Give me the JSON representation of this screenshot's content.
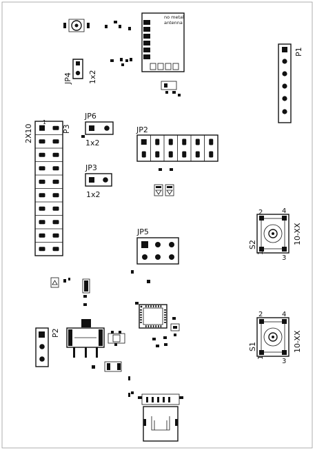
{
  "labels": {
    "antenna_note_1": "no metal",
    "antenna_note_2": "antenna",
    "jp4": "JP4",
    "jp4_size": "1x2",
    "p1": "P1",
    "jp6": "JP6",
    "jp6_size": "1x2",
    "p3": "P3",
    "p3_size": "2X10",
    "p3_pin1": "1",
    "jp2": "JP2",
    "jp3": "JP3",
    "jp3_size": "1x2",
    "jp5": "JP5",
    "s2": "S2",
    "s2_type": "10-XX",
    "s1": "S1",
    "s1_type": "10-XX",
    "p2": "P2",
    "sw_pin_1": "1",
    "sw_pin_2": "2",
    "sw_pin_3": "3",
    "sw_pin_4": "4"
  },
  "colors": {
    "ink": "#111111",
    "background": "#ffffff"
  }
}
